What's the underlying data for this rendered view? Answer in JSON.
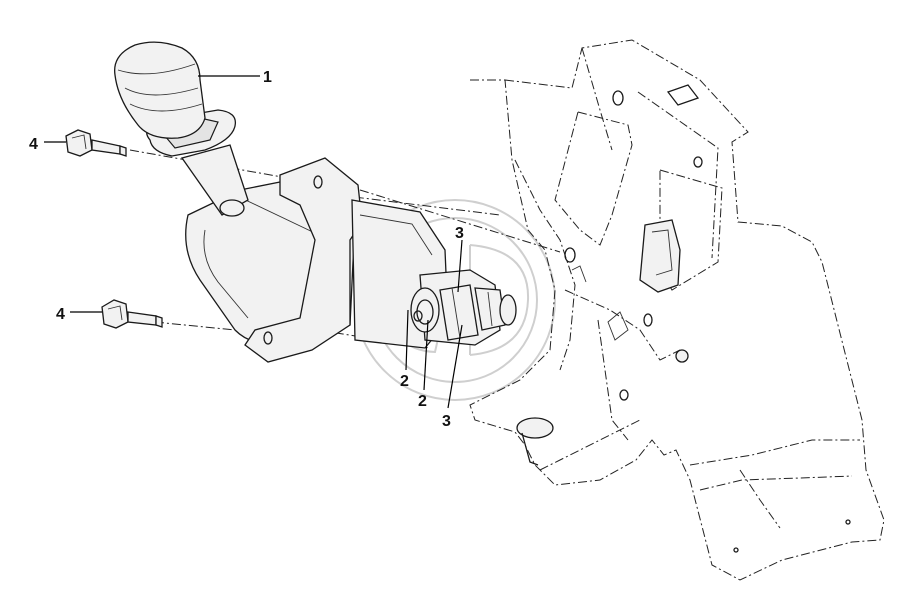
{
  "callouts": [
    {
      "id": "c1",
      "text": "1"
    },
    {
      "id": "c2a",
      "text": "2"
    },
    {
      "id": "c2b",
      "text": "2"
    },
    {
      "id": "c3a",
      "text": "3"
    },
    {
      "id": "c3b",
      "text": "3"
    },
    {
      "id": "c4a",
      "text": "4"
    },
    {
      "id": "c4b",
      "text": "4"
    }
  ],
  "colors": {
    "line": "#1a1a1a",
    "background": "#ffffff",
    "watermark": "#cfcfcf"
  }
}
